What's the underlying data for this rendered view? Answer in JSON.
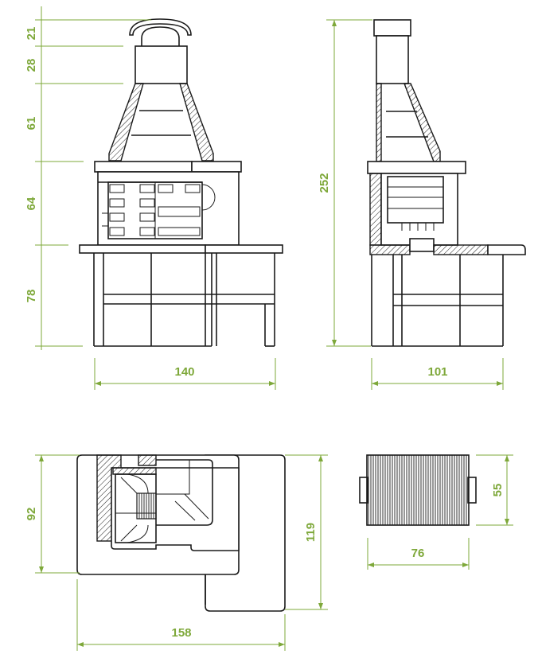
{
  "colors": {
    "dimension": "#7ea83a",
    "line": "#1a1a1a"
  },
  "front_view": {
    "heights": [
      "21",
      "28",
      "61",
      "64",
      "78"
    ],
    "width": "140"
  },
  "side_view": {
    "total_height": "252",
    "depth": "101"
  },
  "top_view": {
    "depth_inner": "92",
    "depth_outer": "119",
    "width": "158"
  },
  "grate_view": {
    "height": "55",
    "width": "76"
  }
}
